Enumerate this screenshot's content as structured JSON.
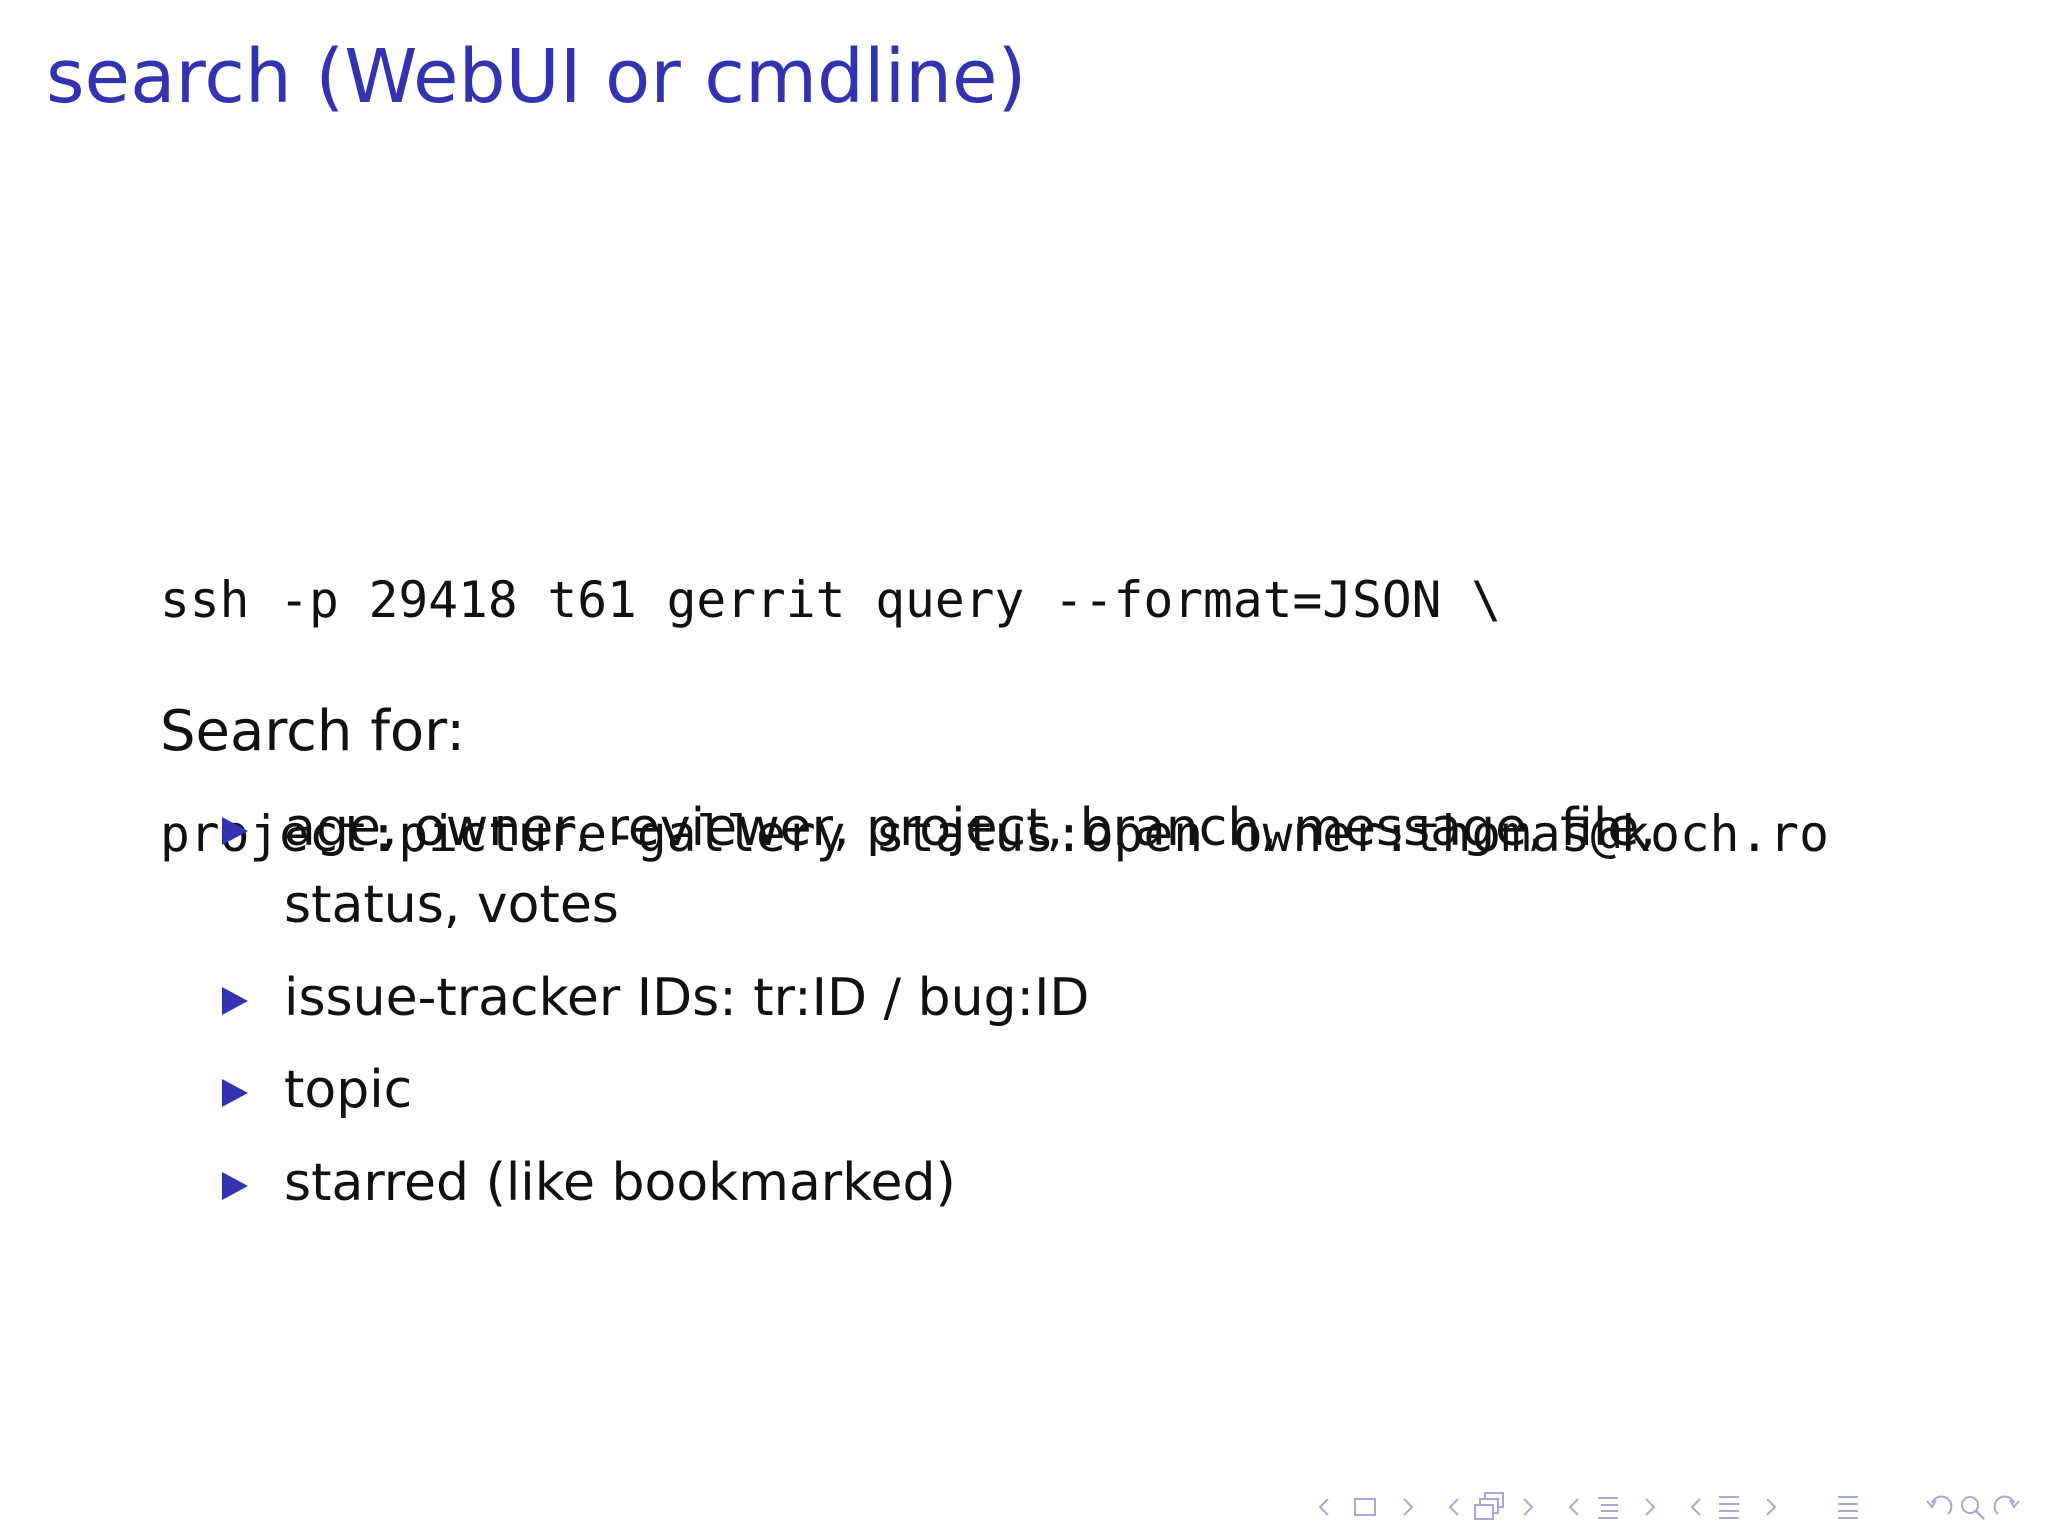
{
  "slide": {
    "title": "search (WebUI or cmdline)",
    "code_lines": [
      "ssh -p 29418 t61 gerrit query --format=JSON \\",
      "project:picture-gallery status:open owner:thomas@koch.ro"
    ],
    "search_label": "Search for:",
    "bullets": [
      "age, owner, reviewer, project, branch, message, file, status, votes",
      "issue-tracker IDs: tr:ID / bug:ID",
      "topic",
      "starred (like bookmarked)"
    ]
  },
  "navigation": {
    "icons": [
      "frame-prev-icon",
      "frame-icon",
      "frame-next-icon",
      "slide-prev-icon",
      "slide-icon",
      "slide-next-icon",
      "subsection-prev-icon",
      "subsection-icon",
      "subsection-next-icon",
      "section-prev-icon",
      "section-icon",
      "section-next-icon",
      "toc-icon",
      "undo-icon",
      "search-icon",
      "redo-icon"
    ]
  },
  "colors": {
    "accent": "#3333b2",
    "text": "#111111",
    "nav": "#a7a7d9",
    "background": "#ffffff"
  }
}
